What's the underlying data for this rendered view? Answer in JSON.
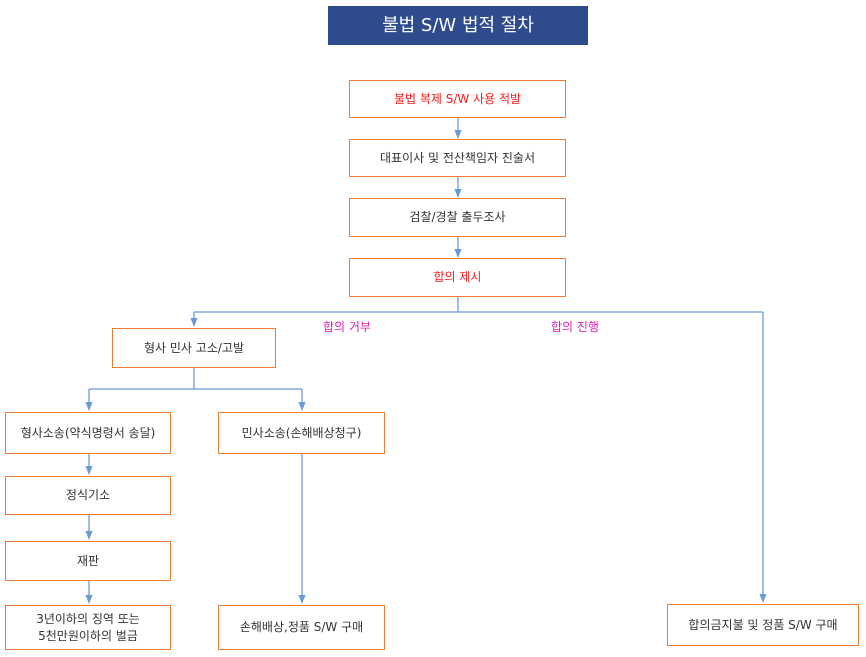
{
  "title": "불법 S/W 법적 절차",
  "colors": {
    "title_bg": "#2e4b8e",
    "box_border": "#ed7d31",
    "line": "#6a9bd8",
    "highlight_text": "#ff1a1a",
    "branch_label": "#e020b0"
  },
  "steps": {
    "detect": "불법 복제 S/W 사용 적발",
    "statement": "대표이사 및 전산책임자 진술서",
    "investigation": "검찰/경찰 출두조사",
    "settlement_offer": "합의 제시"
  },
  "branches": {
    "refuse": "합의 거부",
    "proceed": "합의 진행"
  },
  "complaint": "형사 민사 고소/고발",
  "criminal": {
    "lawsuit": "형사소송(약식명령서 송달)",
    "indictment": "정식기소",
    "trial": "재판",
    "penalty": "3년이하의 징역 또는\n5천만원이하의 벌금"
  },
  "civil": {
    "lawsuit": "민사소송(손해배상청구)",
    "result": "손해배상,정품 S/W 구매"
  },
  "settlement_result": "합의금지불 및 정품 S/W 구매"
}
